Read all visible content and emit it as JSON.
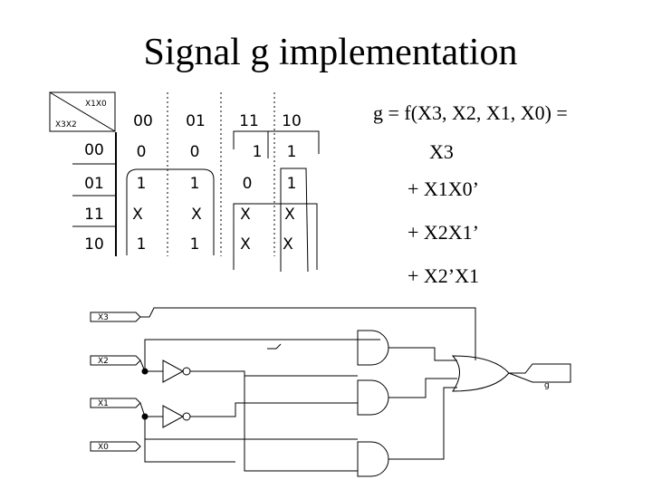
{
  "title": "Signal g implementation",
  "kmap": {
    "col_var_label": "X1X0",
    "row_var_label": "X3X2",
    "col_headers": [
      "00",
      "01",
      "11",
      "10"
    ],
    "row_headers": [
      "00",
      "01",
      "11",
      "10"
    ],
    "cells": [
      [
        "0",
        "0",
        "1",
        "1"
      ],
      [
        "1",
        "1",
        "0",
        "1"
      ],
      [
        "X",
        "X",
        "X",
        "X"
      ],
      [
        "1",
        "1",
        "X",
        "X"
      ]
    ]
  },
  "equation": {
    "lhs": "g =  f(X3, X2, X1, X0) =",
    "terms": [
      "X3",
      "+ X1X0’",
      "+ X2X1’",
      "+ X2’X1"
    ]
  },
  "circuit": {
    "inputs": [
      "X3",
      "X2",
      "X1",
      "X0"
    ],
    "output": "g"
  }
}
